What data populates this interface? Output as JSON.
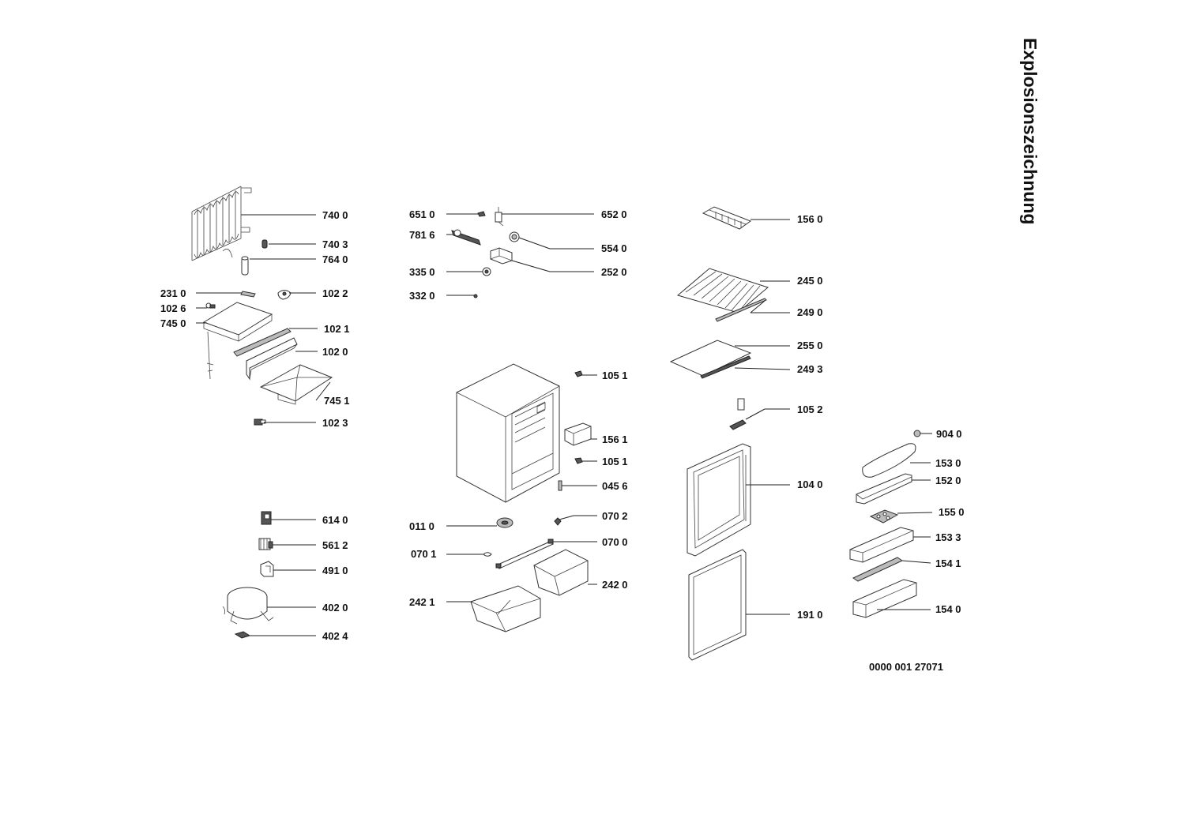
{
  "title": "Explosionszeichnung",
  "doc_number": "0000 001 27071",
  "parts": [
    {
      "id": "740-0",
      "label": "740 0"
    },
    {
      "id": "740-3",
      "label": "740 3"
    },
    {
      "id": "764-0",
      "label": "764 0"
    },
    {
      "id": "231-0",
      "label": "231 0"
    },
    {
      "id": "102-2",
      "label": "102 2"
    },
    {
      "id": "102-6",
      "label": "102 6"
    },
    {
      "id": "745-0",
      "label": "745 0"
    },
    {
      "id": "102-1",
      "label": "102 1"
    },
    {
      "id": "102-0",
      "label": "102 0"
    },
    {
      "id": "745-1",
      "label": "745 1"
    },
    {
      "id": "102-3",
      "label": "102 3"
    },
    {
      "id": "614-0",
      "label": "614 0"
    },
    {
      "id": "561-2",
      "label": "561 2"
    },
    {
      "id": "491-0",
      "label": "491 0"
    },
    {
      "id": "402-0",
      "label": "402 0"
    },
    {
      "id": "402-4",
      "label": "402 4"
    },
    {
      "id": "651-0",
      "label": "651 0"
    },
    {
      "id": "652-0",
      "label": "652 0"
    },
    {
      "id": "781-6",
      "label": "781 6"
    },
    {
      "id": "554-0",
      "label": "554 0"
    },
    {
      "id": "335-0",
      "label": "335 0"
    },
    {
      "id": "252-0",
      "label": "252 0"
    },
    {
      "id": "332-0",
      "label": "332 0"
    },
    {
      "id": "105-1a",
      "label": "105 1"
    },
    {
      "id": "156-1",
      "label": "156 1"
    },
    {
      "id": "105-1b",
      "label": "105 1"
    },
    {
      "id": "045-6",
      "label": "045 6"
    },
    {
      "id": "011-0",
      "label": "011 0"
    },
    {
      "id": "070-2",
      "label": "070 2"
    },
    {
      "id": "070-1",
      "label": "070 1"
    },
    {
      "id": "070-0",
      "label": "070 0"
    },
    {
      "id": "242-0",
      "label": "242 0"
    },
    {
      "id": "242-1",
      "label": "242 1"
    },
    {
      "id": "156-0",
      "label": "156 0"
    },
    {
      "id": "245-0",
      "label": "245 0"
    },
    {
      "id": "249-0",
      "label": "249 0"
    },
    {
      "id": "255-0",
      "label": "255 0"
    },
    {
      "id": "249-3",
      "label": "249 3"
    },
    {
      "id": "105-2",
      "label": "105 2"
    },
    {
      "id": "104-0",
      "label": "104 0"
    },
    {
      "id": "191-0",
      "label": "191 0"
    },
    {
      "id": "904-0",
      "label": "904 0"
    },
    {
      "id": "153-0",
      "label": "153 0"
    },
    {
      "id": "152-0",
      "label": "152 0"
    },
    {
      "id": "155-0",
      "label": "155 0"
    },
    {
      "id": "153-3",
      "label": "153 3"
    },
    {
      "id": "154-1",
      "label": "154 1"
    },
    {
      "id": "154-0",
      "label": "154 0"
    }
  ]
}
